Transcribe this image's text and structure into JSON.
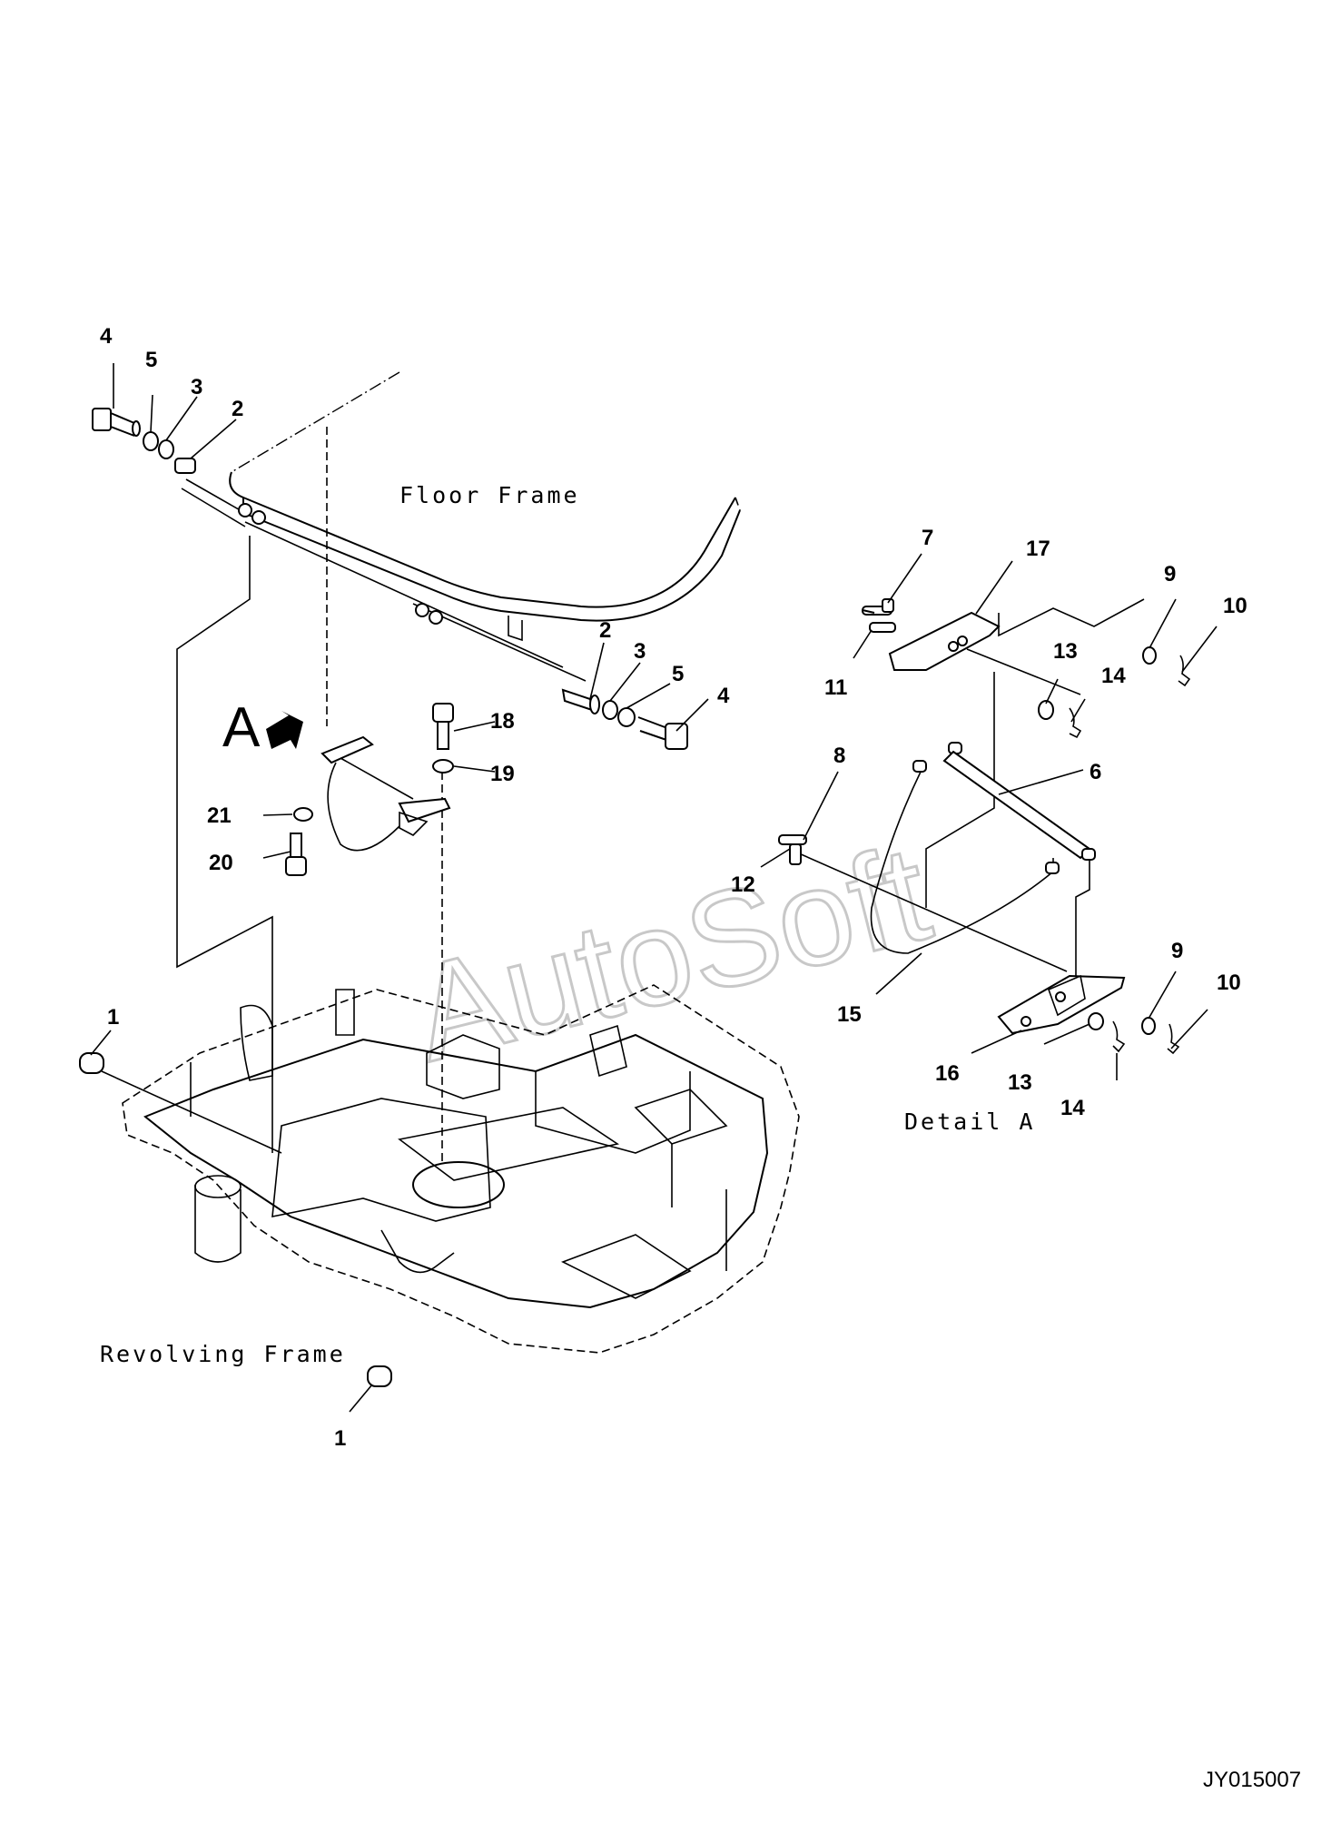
{
  "labels": {
    "floor_frame": "Floor Frame",
    "revolving_frame": "Revolving Frame",
    "detail_a": "Detail A",
    "view_a": "A",
    "watermark": "AutoSoft",
    "drawing_number": "JY015007"
  },
  "callouts": [
    "1",
    "1",
    "2",
    "2",
    "3",
    "3",
    "4",
    "4",
    "5",
    "5",
    "6",
    "7",
    "8",
    "9",
    "9",
    "10",
    "10",
    "11",
    "12",
    "13",
    "13",
    "14",
    "14",
    "15",
    "16",
    "17",
    "18",
    "19",
    "20",
    "21"
  ]
}
